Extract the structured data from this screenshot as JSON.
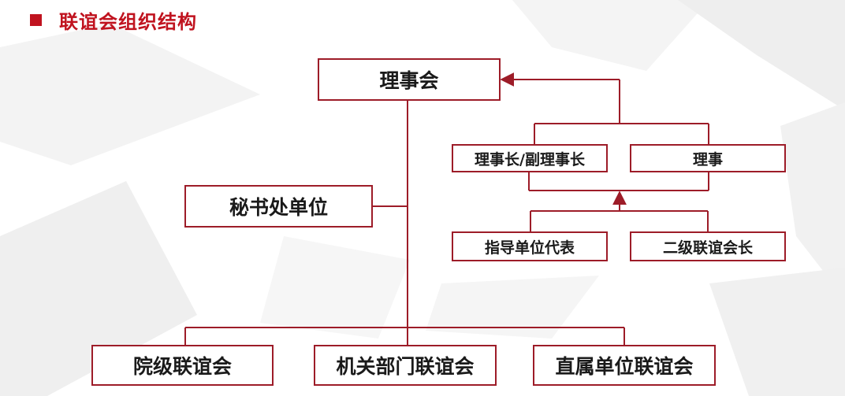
{
  "title": "联谊会组织结构",
  "nodes": {
    "board": "理事会",
    "chair": "理事长/副理事长",
    "member": "理事",
    "secretariat": "秘书处单位",
    "guidance_rep": "指导单位代表",
    "secondary_chair": "二级联谊会长",
    "college": "院级联谊会",
    "dept": "机关部门联谊会",
    "direct": "直属单位联谊会"
  },
  "colors": {
    "accent": "#c0131f",
    "line": "#9d1c28",
    "text": "#1a1a1a",
    "background_shape": "#eeeeee"
  }
}
